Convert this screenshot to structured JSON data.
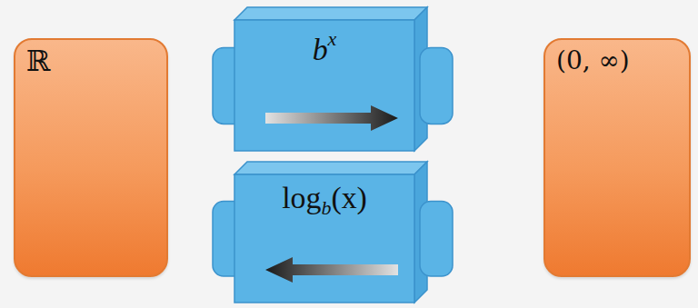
{
  "diagram": {
    "nodes": [
      {
        "text": [
          "ℝ"
        ]
      },
      {
        "text": [
          "b",
          "x"
        ]
      },
      {
        "text": [
          "log",
          "b",
          "(x)"
        ]
      },
      {
        "text": [
          "(0, ∞)"
        ]
      }
    ]
  }
}
